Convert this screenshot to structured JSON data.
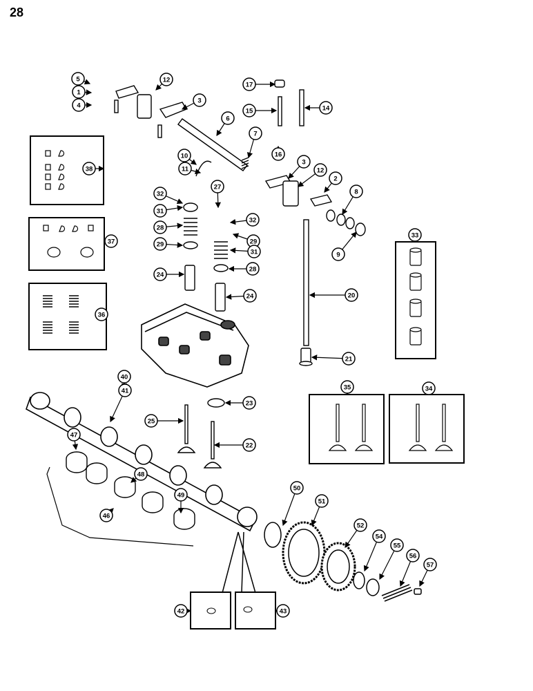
{
  "page": {
    "number": "28"
  },
  "callouts": [
    {
      "label": "5"
    },
    {
      "label": "1"
    },
    {
      "label": "4"
    },
    {
      "label": "12"
    },
    {
      "label": "3"
    },
    {
      "label": "6"
    },
    {
      "label": "17"
    },
    {
      "label": "15"
    },
    {
      "label": "14"
    },
    {
      "label": "7"
    },
    {
      "label": "16"
    },
    {
      "label": "3"
    },
    {
      "label": "12"
    },
    {
      "label": "2"
    },
    {
      "label": "8"
    },
    {
      "label": "9"
    },
    {
      "label": "10"
    },
    {
      "label": "11"
    },
    {
      "label": "27"
    },
    {
      "label": "32"
    },
    {
      "label": "32"
    },
    {
      "label": "31"
    },
    {
      "label": "29"
    },
    {
      "label": "28"
    },
    {
      "label": "31"
    },
    {
      "label": "29"
    },
    {
      "label": "28"
    },
    {
      "label": "24"
    },
    {
      "label": "24"
    },
    {
      "label": "20"
    },
    {
      "label": "21"
    },
    {
      "label": "38"
    },
    {
      "label": "37"
    },
    {
      "label": "36"
    },
    {
      "label": "33"
    },
    {
      "label": "35"
    },
    {
      "label": "34"
    },
    {
      "label": "40"
    },
    {
      "label": "41"
    },
    {
      "label": "23"
    },
    {
      "label": "25"
    },
    {
      "label": "22"
    },
    {
      "label": "47"
    },
    {
      "label": "48"
    },
    {
      "label": "49"
    },
    {
      "label": "46"
    },
    {
      "label": "50"
    },
    {
      "label": "51"
    },
    {
      "label": "52"
    },
    {
      "label": "54"
    },
    {
      "label": "55"
    },
    {
      "label": "56"
    },
    {
      "label": "57"
    },
    {
      "label": "42"
    },
    {
      "label": "43"
    }
  ]
}
